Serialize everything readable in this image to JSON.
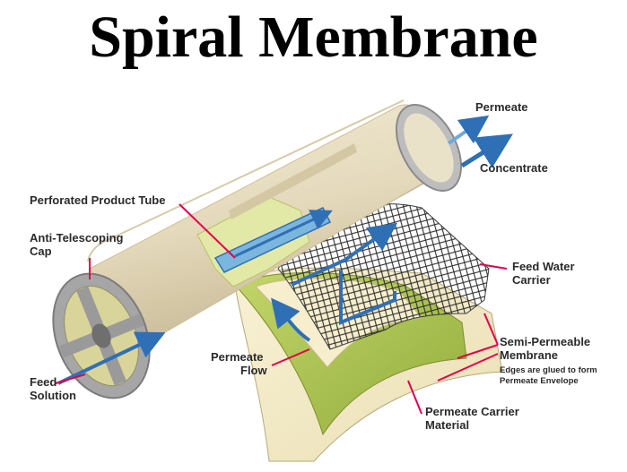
{
  "title": "Spiral Membrane",
  "labels": {
    "permeate": "Permeate",
    "concentrate": "Concentrate",
    "perforated_tube": "Perforated Product Tube",
    "anti_telescoping_1": "Anti-Telescoping",
    "anti_telescoping_2": "Cap",
    "feed_water_1": "Feed Water",
    "feed_water_2": "Carrier",
    "semi_permeable_1": "Semi-Permeable",
    "semi_permeable_2": "Membrane",
    "semi_permeable_note_1": "Edges are glued to form",
    "semi_permeable_note_2": "Permeate Envelope",
    "permeate_flow_1": "Permeate",
    "permeate_flow_2": "Flow",
    "feed_solution_1": "Feed",
    "feed_solution_2": "Solution",
    "permeate_carrier_1": "Permeate Carrier",
    "permeate_carrier_2": "Material"
  },
  "colors": {
    "tube_body": "#e8dfc6",
    "tube_shadow": "#c9bd9c",
    "cap_metal": "#a9a9a9",
    "membrane_green": "#a8c24e",
    "carrier_cream": "#f4ecc8",
    "flow_arrow": "#2f6fb5",
    "leader_line": "#e0004d"
  }
}
